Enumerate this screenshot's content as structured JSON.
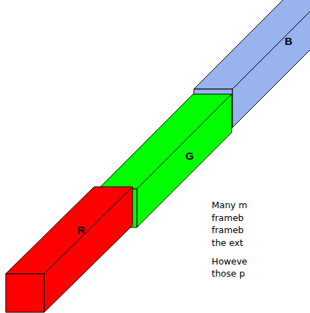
{
  "diagram": {
    "nodes": [
      {
        "text": [
          "R"
        ]
      },
      {
        "text": [
          "G"
        ]
      },
      {
        "text": [
          "B"
        ]
      }
    ],
    "labels": [
      "Many m",
      "frameb",
      "frameb",
      "the ext",
      "Howeve",
      "those p"
    ]
  }
}
